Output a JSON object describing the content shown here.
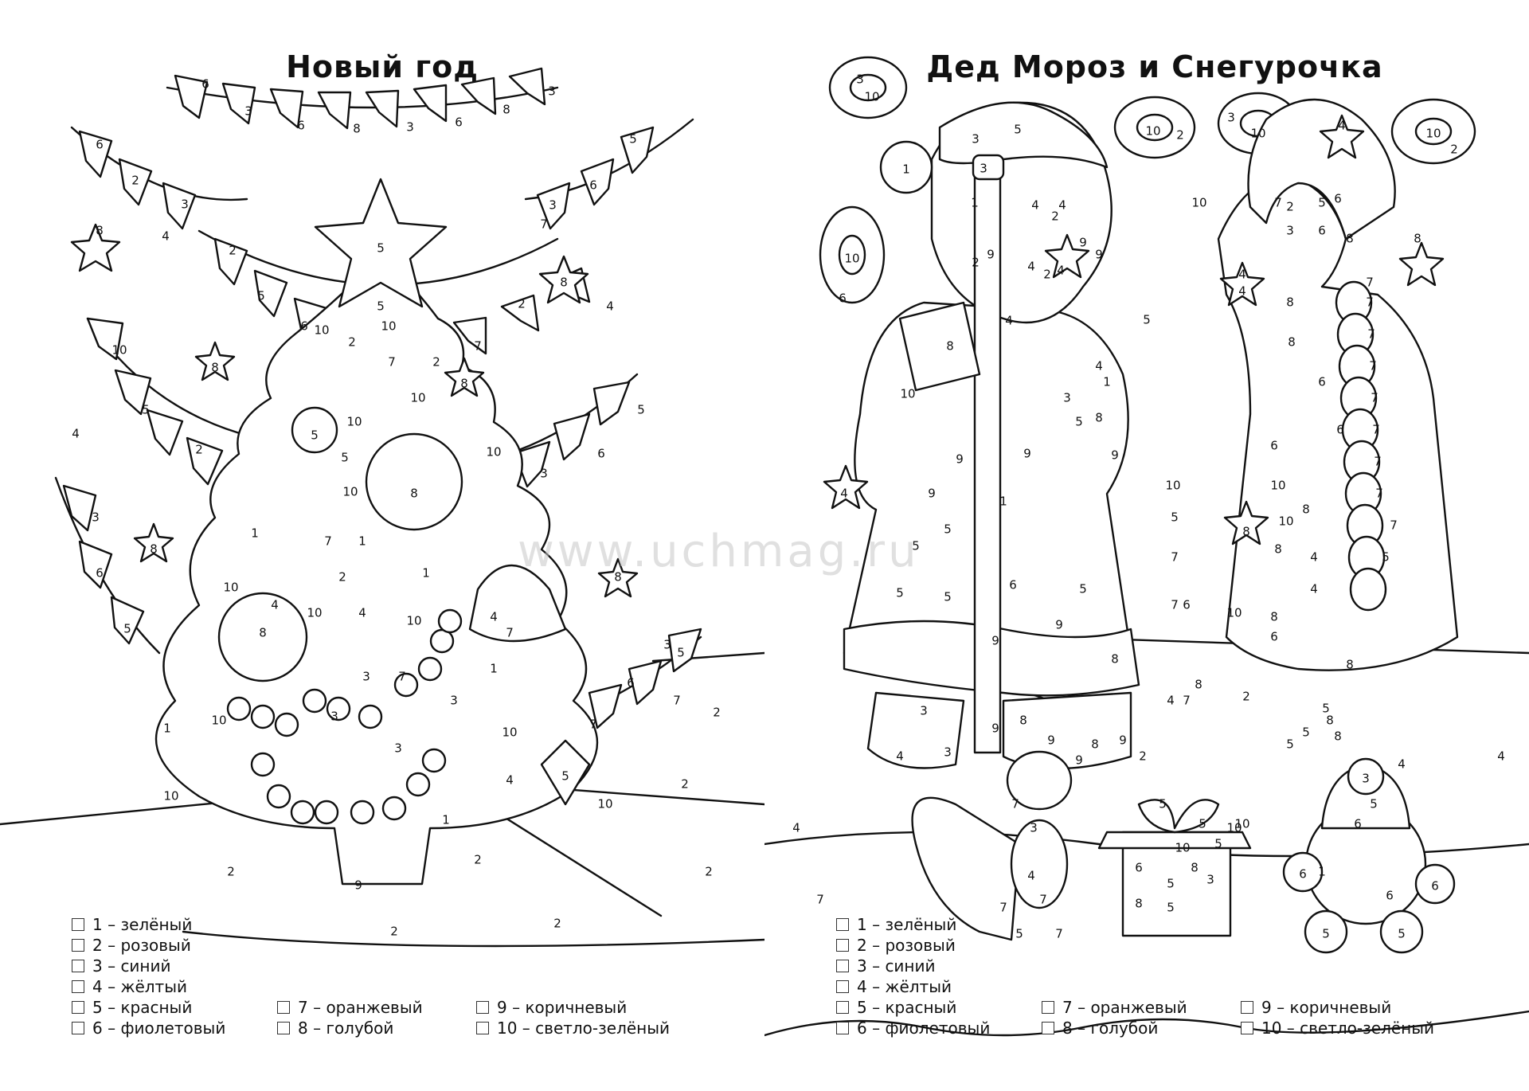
{
  "watermark": "www.uchmag.ru",
  "pages": [
    {
      "title": "Новый год",
      "legend": {
        "col1": [
          "1 – зелёный",
          "2 – розовый",
          "3 – синий",
          "4 – жёлтый",
          "5 – красный",
          "6 – фиолетовый"
        ],
        "col2": [
          "7 – оранжевый",
          "8 – голубой"
        ],
        "col3": [
          "9 – коричневый",
          "10 – светло-зелёный"
        ]
      }
    },
    {
      "title": "Дед Мороз и Снегурочка",
      "legend": {
        "col1": [
          "1 – зелёный",
          "2 – розовый",
          "3 – синий",
          "4 – жёлтый",
          "5 – красный",
          "6 – фиолетовый"
        ],
        "col2": [
          "7 – оранжевый",
          "8 – голубой"
        ],
        "col3": [
          "9 – коричневый",
          "10 – светло-зелёный"
        ]
      }
    }
  ]
}
